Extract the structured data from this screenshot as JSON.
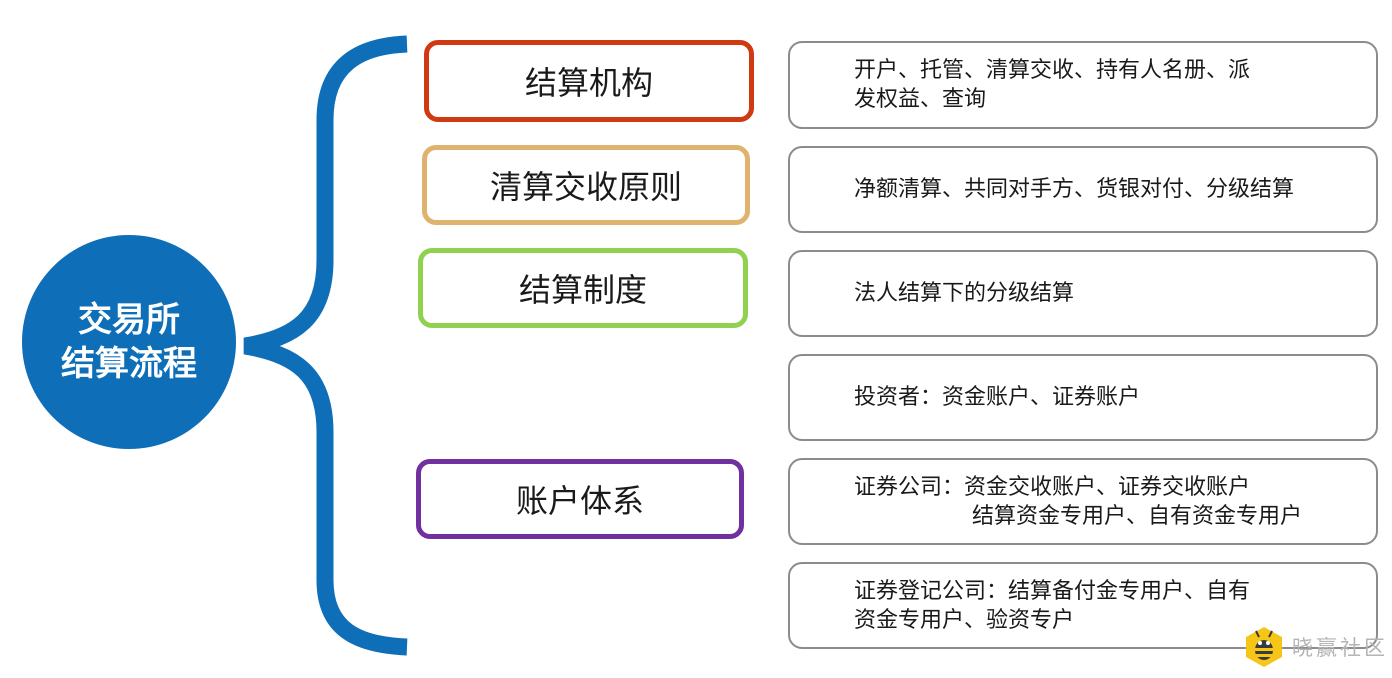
{
  "root": {
    "line1": "交易所",
    "line2": "结算流程",
    "color": "#0e6fb8"
  },
  "categories": [
    {
      "label": "结算机构",
      "border_color": "#d03a12"
    },
    {
      "label": "清算交收原则",
      "border_color": "#dfb26d"
    },
    {
      "label": "结算制度",
      "border_color": "#92d050"
    },
    {
      "label": "账户体系",
      "border_color": "#7030a0"
    }
  ],
  "details": [
    {
      "lines": [
        "开户、托管、清算交收、持有人名册、派",
        "发权益、查询"
      ]
    },
    {
      "lines": [
        "净额清算、共同对手方、货银对付、分级结算"
      ]
    },
    {
      "lines": [
        "法人结算下的分级结算"
      ]
    },
    {
      "lines": [
        "投资者：资金账户、证券账户"
      ]
    },
    {
      "lines": [
        "证券公司：资金交收账户、证券交收账户",
        "结算资金专用户、自有资金专用户"
      ]
    },
    {
      "lines": [
        "证券登记公司：结算备付金专用户、自有",
        "资金专用户、验资专户"
      ]
    }
  ],
  "watermark": {
    "text": "晓赢社区",
    "icon": "bee-logo-icon",
    "color": "#f5c518"
  }
}
